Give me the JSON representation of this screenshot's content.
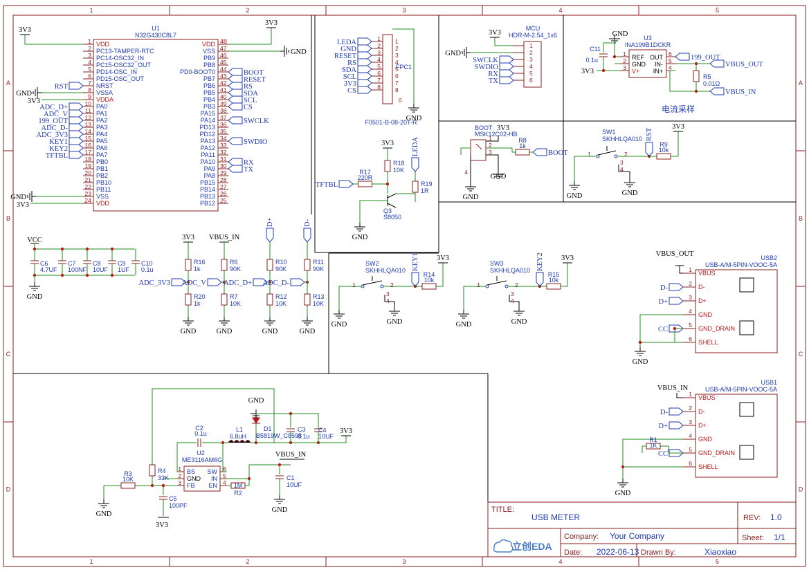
{
  "ruler": {
    "cols": [
      "1",
      "2",
      "3",
      "4",
      "5"
    ],
    "rows": [
      "A",
      "B",
      "C",
      "D"
    ]
  },
  "mcu": {
    "ref": "U1",
    "part": "N32G430C8L7",
    "left_pins": [
      {
        "num": "1",
        "name": "VDD",
        "red": true
      },
      {
        "num": "2",
        "name": "PC13-TAMPER-RTC"
      },
      {
        "num": "3",
        "name": "PC14-OSC32_IN"
      },
      {
        "num": "4",
        "name": "PC15-OSC32_OUT"
      },
      {
        "num": "5",
        "name": "PD14-OSC_IN"
      },
      {
        "num": "6",
        "name": "PD15-OSC_OUT"
      },
      {
        "num": "7",
        "name": "NRST"
      },
      {
        "num": "8",
        "name": "VSSA"
      },
      {
        "num": "9",
        "name": "VDDA",
        "red": true
      },
      {
        "num": "10",
        "name": "PA0"
      },
      {
        "num": "11",
        "name": "PA1"
      },
      {
        "num": "12",
        "name": "PA2"
      },
      {
        "num": "13",
        "name": "PA3"
      },
      {
        "num": "14",
        "name": "PA4"
      },
      {
        "num": "15",
        "name": "PA5"
      },
      {
        "num": "16",
        "name": "PA6"
      },
      {
        "num": "17",
        "name": "PA7"
      },
      {
        "num": "18",
        "name": "PB0"
      },
      {
        "num": "19",
        "name": "PB1"
      },
      {
        "num": "20",
        "name": "PB2"
      },
      {
        "num": "21",
        "name": "PB10"
      },
      {
        "num": "22",
        "name": "PB11"
      },
      {
        "num": "23",
        "name": "VSS"
      },
      {
        "num": "24",
        "name": "VDD",
        "red": true
      }
    ],
    "right_pins": [
      {
        "num": "48",
        "name": "VDD",
        "red": true
      },
      {
        "num": "47",
        "name": "VSS"
      },
      {
        "num": "46",
        "name": "PB9"
      },
      {
        "num": "45",
        "name": "PB8"
      },
      {
        "num": "44",
        "name": "PD0-BOOT0"
      },
      {
        "num": "43",
        "name": "PB7"
      },
      {
        "num": "42",
        "name": "PB6"
      },
      {
        "num": "41",
        "name": "PB5"
      },
      {
        "num": "40",
        "name": "PB4"
      },
      {
        "num": "39",
        "name": "PB3"
      },
      {
        "num": "38",
        "name": "PA15"
      },
      {
        "num": "37",
        "name": "PA14"
      },
      {
        "num": "36",
        "name": "PD13"
      },
      {
        "num": "35",
        "name": "PD12"
      },
      {
        "num": "34",
        "name": "PA13"
      },
      {
        "num": "33",
        "name": "PA12"
      },
      {
        "num": "32",
        "name": "PA11"
      },
      {
        "num": "31",
        "name": "PA10"
      },
      {
        "num": "30",
        "name": "PA9"
      },
      {
        "num": "29",
        "name": "PA8"
      },
      {
        "num": "28",
        "name": "PB15"
      },
      {
        "num": "27",
        "name": "PB14"
      },
      {
        "num": "26",
        "name": "PB13"
      },
      {
        "num": "25",
        "name": "PB12"
      }
    ],
    "left_nets": [
      "RST",
      "ADC_D+",
      "ADC_V",
      "199_OUT",
      "ADC_D-",
      "ADC_3V3",
      "KEY1",
      "KEY2",
      "TFTBL"
    ],
    "right_nets": [
      "BOOT",
      "RESET",
      "RS",
      "SDA",
      "SCL",
      "CS",
      "SWCLK",
      "SWDIO",
      "RX",
      "TX"
    ]
  },
  "fpc": {
    "ref": "FPC1",
    "part": "F0501-B-08-20T-R",
    "nets": [
      "LEDA",
      "GND",
      "RESET",
      "RS",
      "SDA",
      "SCL",
      "3V3",
      "CS"
    ],
    "pin0": "0"
  },
  "hdr": {
    "title": "MCU",
    "part": "HDR-M-2.54_1x6",
    "nets": [
      "3V3",
      "GND",
      "SWCLK",
      "SWDIO",
      "RX",
      "TX"
    ]
  },
  "ina": {
    "ref": "U3",
    "part": "INA199B1DCKR",
    "c": "C11",
    "cval": "0.1u",
    "r": "R5",
    "rval": "0.01Ω",
    "pins": {
      "ref": "REF",
      "out": "OUT",
      "gnd": "GND",
      "inm": "IN-",
      "vp": "V+",
      "inp": "IN+"
    },
    "nets": {
      "out199": "199_OUT",
      "vbus_out": "VBUS_OUT",
      "vbus_in": "VBUS_IN"
    },
    "caption": "电流采样"
  },
  "boot": {
    "title": "BOOT",
    "part": "MSK12C02-HB",
    "r": "R8",
    "rval": "1k",
    "net": "BOOT"
  },
  "sw1": {
    "ref": "SW1",
    "part": "SKHHLQA010",
    "r": "R9",
    "rval": "10k",
    "net": "RST"
  },
  "tft": {
    "r17": "R17",
    "r17v": "220R",
    "r18": "R18",
    "r18v": "10K",
    "r19": "R19",
    "r19v": "1R",
    "q": "Q3",
    "qv": "S8050",
    "net": "TFTBL",
    "leda": "LEDA"
  },
  "caps": {
    "vcc": "VCC",
    "list": [
      {
        "r": "C6",
        "v": "4.7UF"
      },
      {
        "r": "C7",
        "v": "100NF"
      },
      {
        "r": "C8",
        "v": "10UF"
      },
      {
        "r": "C9",
        "v": "1UF"
      },
      {
        "r": "C10",
        "v": "0.1u"
      }
    ]
  },
  "dividers": [
    {
      "top": "3V3",
      "net": "ADC_3V3",
      "r1": "R16",
      "v1": "1k",
      "r2": "R20",
      "v2": "1k"
    },
    {
      "top": "VBUS_IN",
      "net": "ADC_V",
      "r1": "R6",
      "v1": "90K",
      "r2": "R7",
      "v2": "10K"
    },
    {
      "top": "D+",
      "net": "ADC_D+",
      "r1": "R10",
      "v1": "90K",
      "r2": "R12",
      "v2": "10K"
    },
    {
      "top": "D-",
      "net": "ADC_D-",
      "r1": "R11",
      "v1": "90K",
      "r2": "R13",
      "v2": "10K"
    }
  ],
  "sw2": {
    "ref": "SW2",
    "part": "SKHHLQA010",
    "r": "R14",
    "rval": "10k",
    "net": "KEY1"
  },
  "sw3": {
    "ref": "SW3",
    "part": "SKHHLQA010",
    "r": "R15",
    "rval": "10k",
    "net": "KEY2"
  },
  "usb2": {
    "ref": "USB2",
    "part": "USB-A/M-5PIN-VOOC-5A",
    "net": "VBUS_OUT",
    "pins": [
      "VBUS",
      "D-",
      "D+",
      "GND",
      "GND_DRAIN",
      "SHELL"
    ]
  },
  "usb1": {
    "ref": "USB1",
    "part": "USB-A/M-5PIN-VOOC-5A",
    "net": "VBUS_IN",
    "pins": [
      "VBUS",
      "D-",
      "D+",
      "GND",
      "GND_DRAIN",
      "SHELL"
    ],
    "r": "R1",
    "rval": "1K"
  },
  "buck": {
    "ref": "U2",
    "part": "ME3116AM6G",
    "pins": [
      "BS",
      "GND",
      "FB",
      "SW",
      "IN",
      "EN"
    ],
    "c2": "C2",
    "c2v": "0.1u",
    "l1": "L1",
    "l1v": "6.8uH",
    "d1": "D1",
    "d1v": "B5819W_C8598",
    "c3": "C3",
    "c3v": "0.1u",
    "c4": "C4",
    "c4v": "10UF",
    "r2": "R2",
    "r2v": "1M",
    "r3": "R3",
    "r3v": "10K",
    "r4": "R4",
    "r4v": "33K",
    "c5": "C5",
    "c5v": "100PF",
    "c1": "C1",
    "c1v": "10UF",
    "vin": "VBUS_IN",
    "vout": "3V3"
  },
  "common": {
    "gnd": "GND",
    "v3": "3V3",
    "cc": "CC",
    "dp": "D+",
    "dm": "D-"
  },
  "title_block": {
    "title_label": "TITLE:",
    "title": "USB METER",
    "rev_label": "REV:",
    "rev": "1.0",
    "company_label": "Company:",
    "company": "Your Company",
    "sheet_label": "Sheet:",
    "sheet": "1/1",
    "date_label": "Date:",
    "date": "2022-06-13",
    "drawn_label": "Drawn By:",
    "drawn": "Xiaoxiao",
    "logo": "立创EDA"
  }
}
